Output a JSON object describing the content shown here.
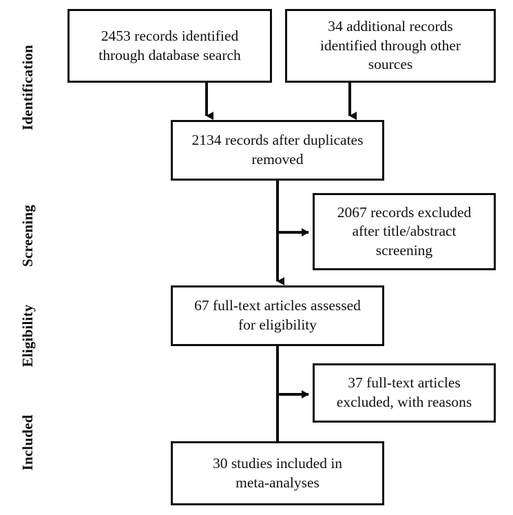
{
  "diagram": {
    "kind": "prisma-flow-diagram",
    "background_color": "#ffffff",
    "line_color": "#0d0d0d",
    "text_color": "#111111"
  },
  "stages": [
    {
      "id": "identification",
      "label": "Identification"
    },
    {
      "id": "screening",
      "label": "Screening"
    },
    {
      "id": "eligibility",
      "label": "Eligibility"
    },
    {
      "id": "included",
      "label": "Included"
    }
  ],
  "nodes": {
    "database_records": {
      "text": "2453 records identified\nthrough database search",
      "count": 2453
    },
    "additional_records": {
      "text": "34 additional records\nidentified through other\nsources",
      "count": 34
    },
    "after_duplicates": {
      "text": "2134 records after duplicates\nremoved",
      "count": 2134
    },
    "records_excluded": {
      "text": "2067 records excluded\nafter title/abstract\nscreening",
      "count": 2067
    },
    "fulltext_assessed": {
      "text": "67 full-text articles assessed\nfor eligibility",
      "count": 67
    },
    "fulltext_excluded": {
      "text": "37 full-text articles\nexcluded, with reasons",
      "count": 37
    },
    "studies_included": {
      "text": "30 studies included in\nmeta-analyses",
      "count": 30
    }
  },
  "connectors": [
    {
      "id": "db-to-duplicates",
      "type": "arrow-down"
    },
    {
      "id": "additional-to-duplicates",
      "type": "arrow-down"
    },
    {
      "id": "duplicates-to-fulltext",
      "type": "arrow-down"
    },
    {
      "id": "duplicates-to-excluded",
      "type": "arrow-right"
    },
    {
      "id": "fulltext-to-included",
      "type": "arrow-down"
    },
    {
      "id": "fulltext-to-excluded",
      "type": "arrow-right"
    }
  ]
}
